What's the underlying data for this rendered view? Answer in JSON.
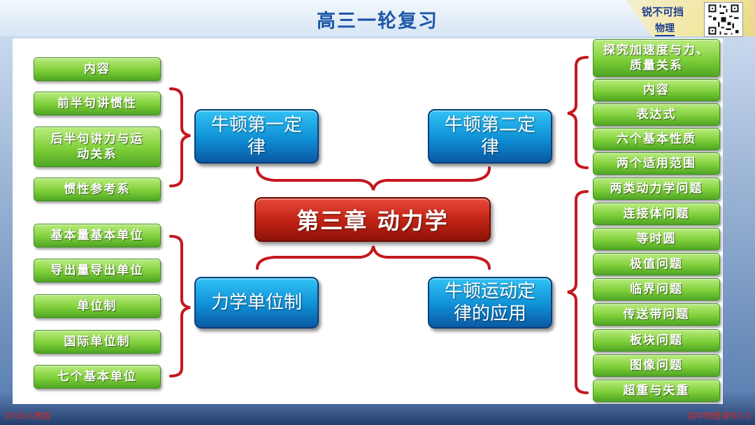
{
  "header": {
    "title": "高三一轮复习",
    "brand_line1": "锐不可挡",
    "brand_line2": "物理"
  },
  "footer": {
    "left": "2026人教版",
    "right": "高中物理课件3.0"
  },
  "center": {
    "label": "第三章 动力学"
  },
  "branches": {
    "newton1": {
      "label": "牛顿第一定律",
      "items": [
        "内容",
        "前半句讲惯性",
        "后半句讲力与运动关系",
        "惯性参考系"
      ]
    },
    "units": {
      "label": "力学单位制",
      "items": [
        "基本量基本单位",
        "导出量导出单位",
        "单位制",
        "国际单位制",
        "七个基本单位"
      ]
    },
    "newton2": {
      "label": "牛顿第二定律",
      "items": [
        "探究加速度与力、质量关系",
        "内容",
        "表达式",
        "六个基本性质",
        "两个适用范围"
      ]
    },
    "application": {
      "label": "牛顿运动定律的应用",
      "items": [
        "两类动力学问题",
        "连接体问题",
        "等时圆",
        "极值问题",
        "临界问题",
        "传送带问题",
        "板块问题",
        "图像问题",
        "超重与失重"
      ]
    }
  },
  "colors": {
    "title": "#1e57a8",
    "bracket": "#c4171f",
    "green_box": "#7fcf3a",
    "blue_box": "#0f8fd6",
    "red_box": "#c22416",
    "footer_text": "#d12a2a"
  }
}
